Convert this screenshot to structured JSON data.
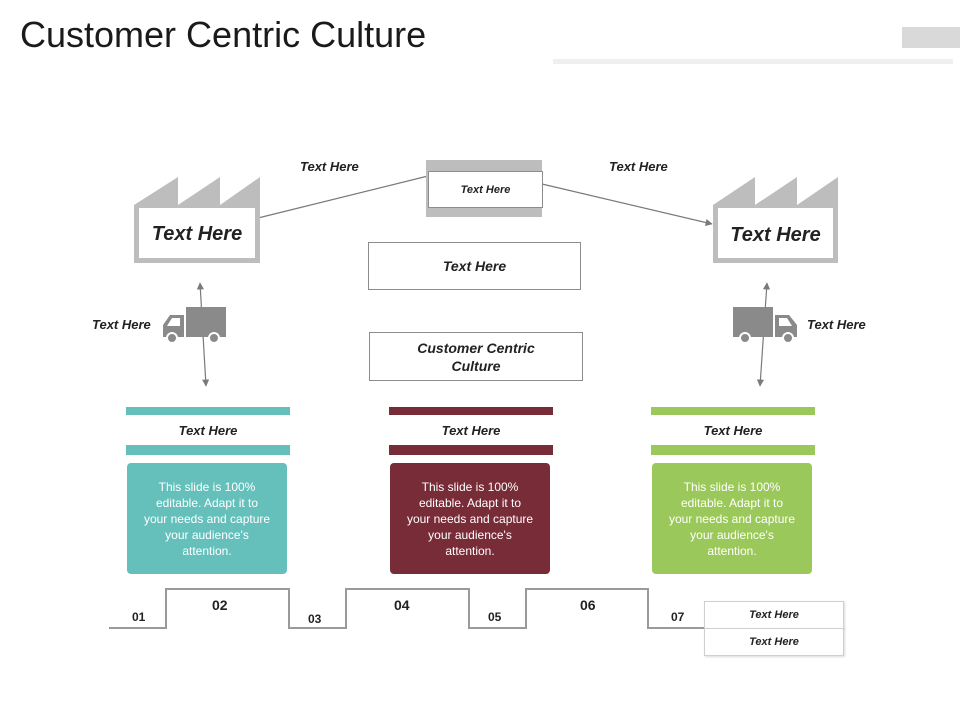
{
  "title": "Customer Centric Culture",
  "colors": {
    "teal": "#65c0bc",
    "maroon": "#772c37",
    "green": "#9bc85a",
    "gray": "#bdbdbd",
    "truck": "#8a8a8a"
  },
  "top": {
    "left_link_label": "Text Here",
    "right_link_label": "Text Here",
    "hub_label": "Text Here",
    "left_factory_label": "Text Here",
    "right_factory_label": "Text Here",
    "mid_box_label": "Text Here",
    "center_box_label": "Customer Centric Culture",
    "left_truck_label": "Text Here",
    "right_truck_label": "Text Here"
  },
  "cards": [
    {
      "header": "Text Here",
      "body": "This slide is 100% editable. Adapt it to your needs and capture your audience's attention.",
      "color": "#65c0bc"
    },
    {
      "header": "Text Here",
      "body": "This slide is 100% editable. Adapt it to your needs and capture your audience's attention.",
      "color": "#772c37"
    },
    {
      "header": "Text Here",
      "body": "This slide is 100% editable. Adapt it to your needs and capture your audience's attention.",
      "color": "#9bc85a"
    }
  ],
  "steps": [
    "01",
    "02",
    "03",
    "04",
    "05",
    "06",
    "07"
  ],
  "legend": [
    "Text Here",
    "Text Here"
  ]
}
